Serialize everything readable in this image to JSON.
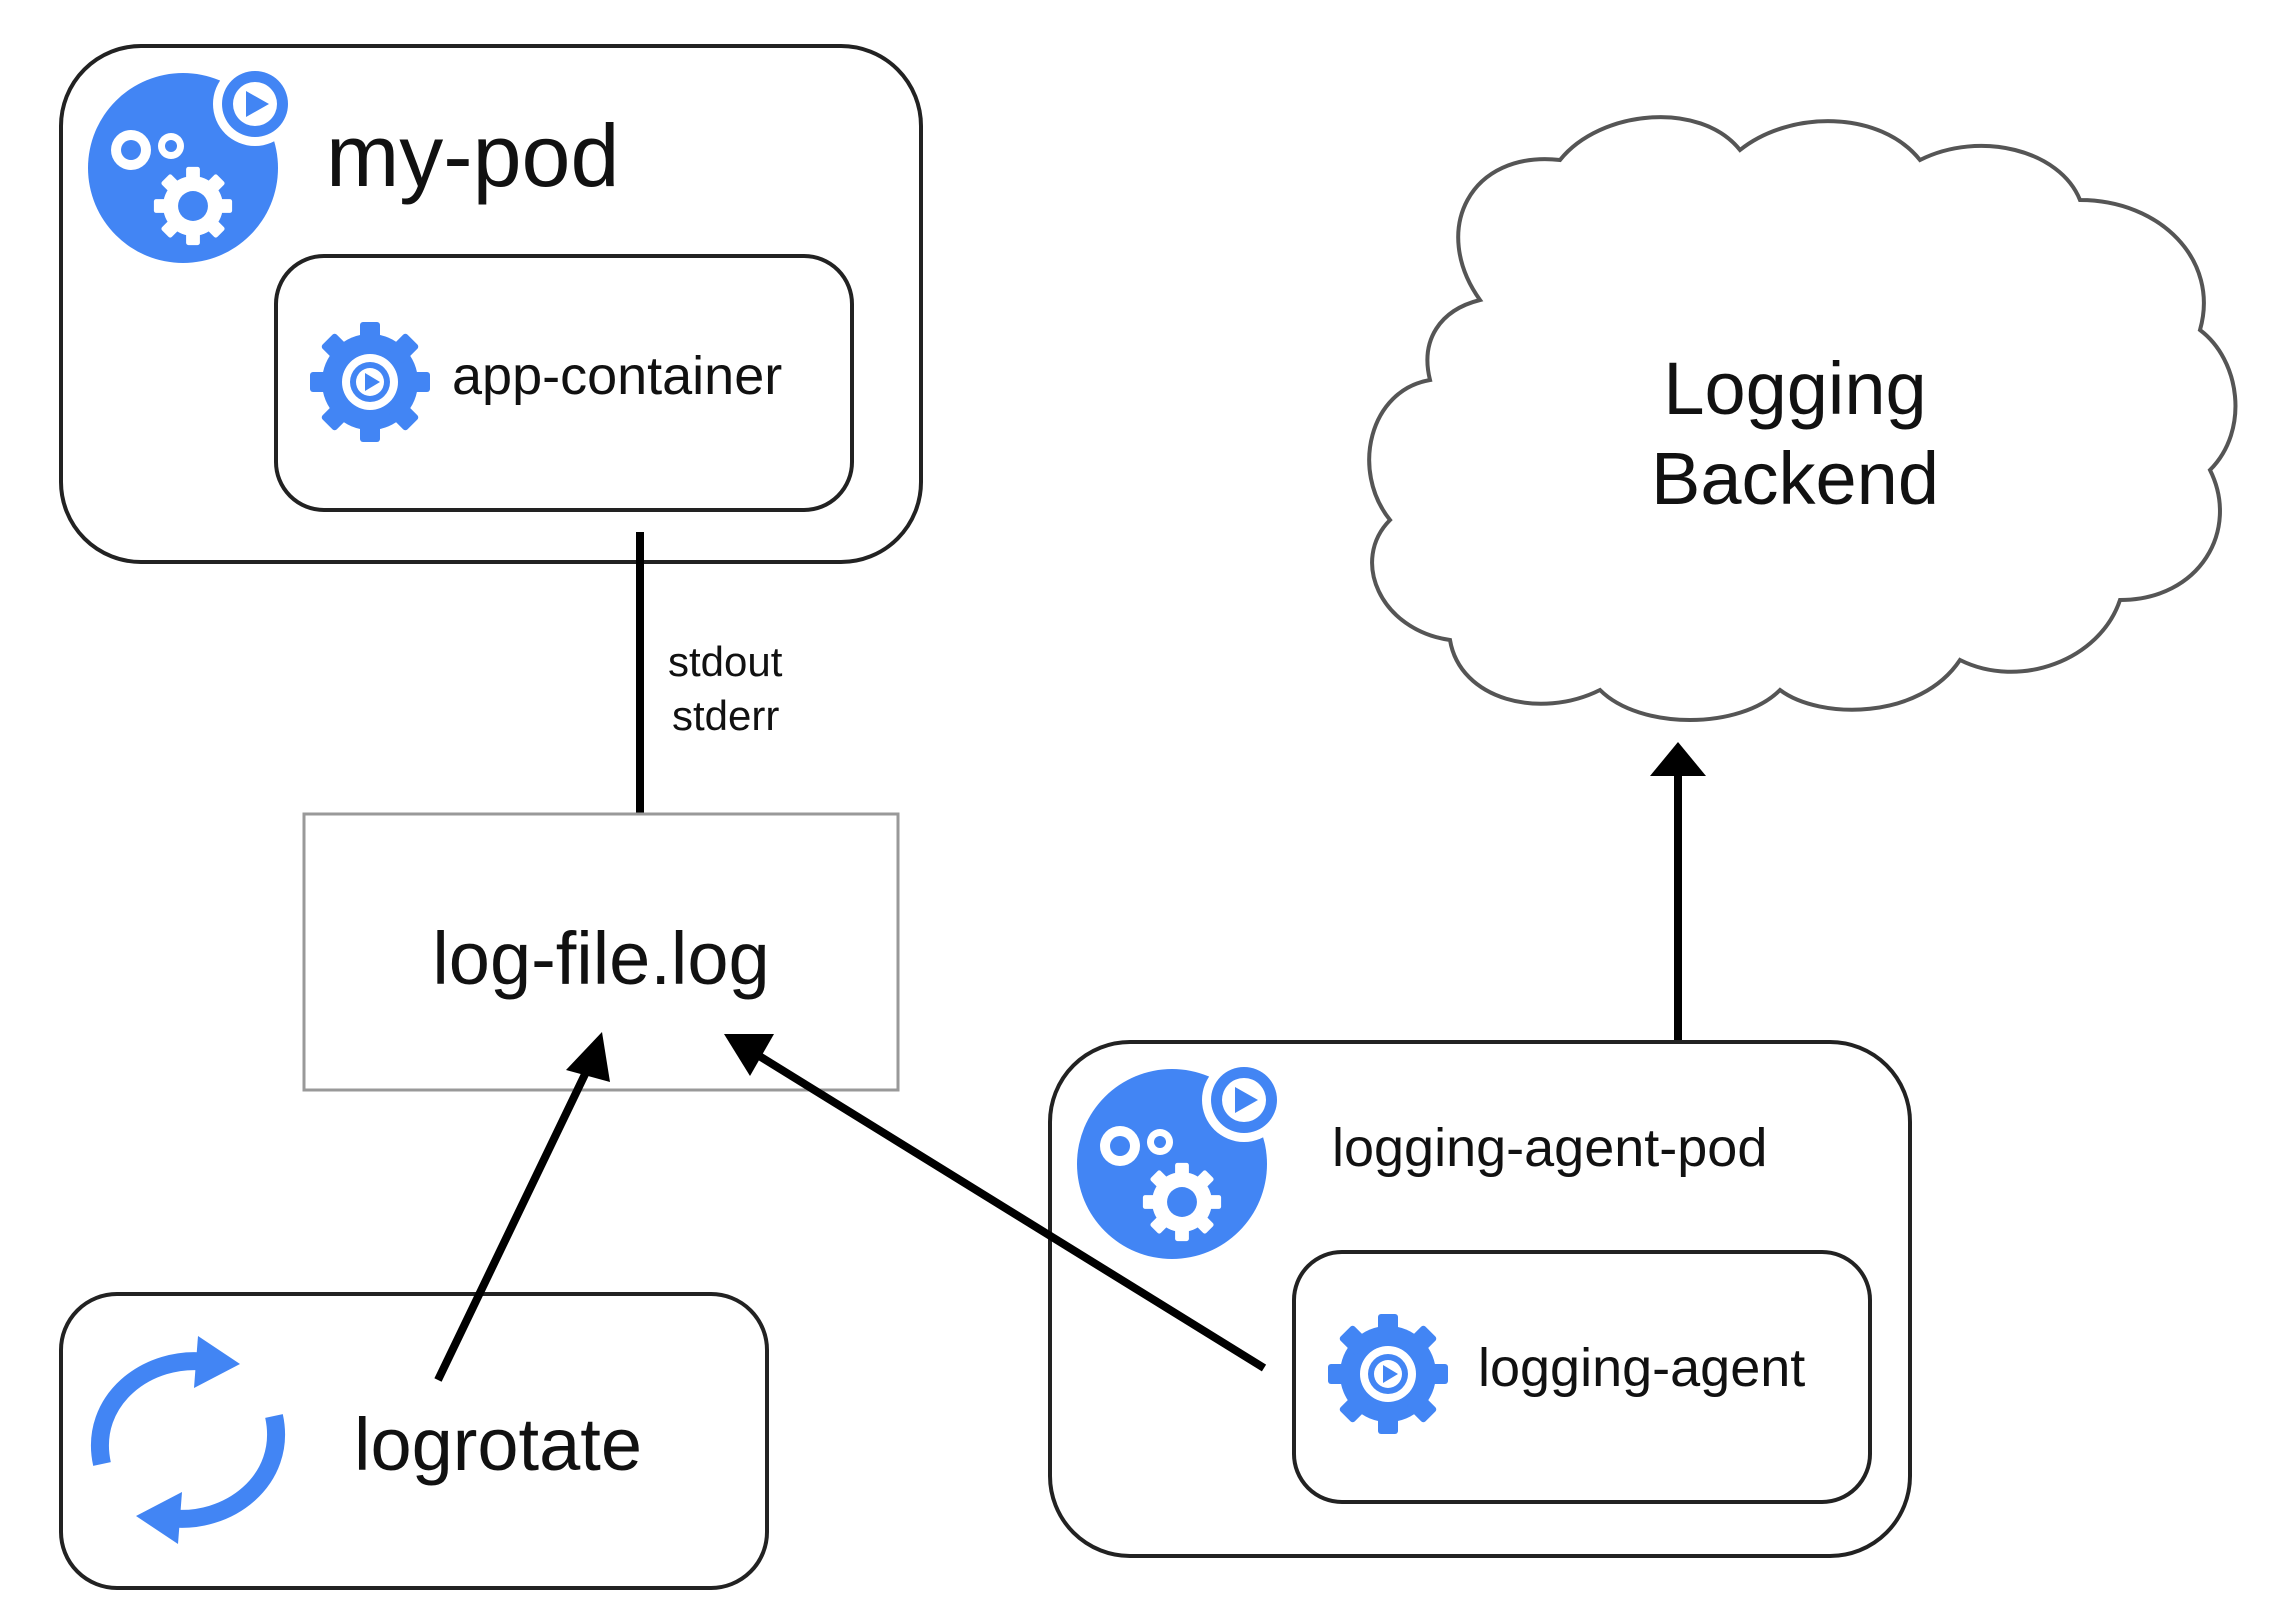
{
  "pod": {
    "title": "my-pod",
    "container_label": "app-container"
  },
  "file": {
    "label": "log-file.log"
  },
  "stream": {
    "line1": "stdout",
    "line2": "stderr"
  },
  "backend": {
    "line1": "Logging",
    "line2": "Backend"
  },
  "rotate": {
    "label": "logrotate"
  },
  "agent_pod": {
    "title": "logging-agent-pod",
    "container_label": "logging-agent"
  },
  "colors": {
    "icon_blue": "#4285f4",
    "stroke": "#222222",
    "file_border": "#999999"
  },
  "icons": {
    "pod": "pod-gears-play-icon",
    "container": "gear-play-icon",
    "rotate": "rotate-arrows-icon"
  }
}
